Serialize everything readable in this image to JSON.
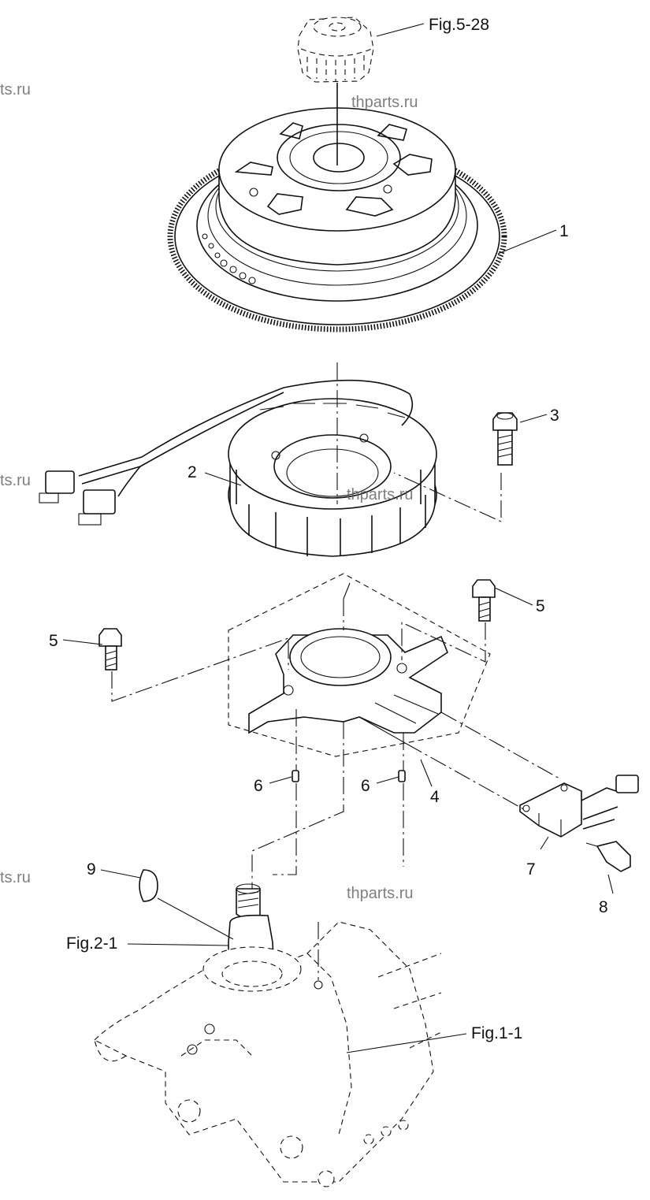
{
  "callouts": {
    "fig_5_28": "Fig.5-28",
    "part_1": "1",
    "part_2": "2",
    "part_3": "3",
    "part_4": "4",
    "part_5_left": "5",
    "part_5_right": "5",
    "part_6_left": "6",
    "part_6_right": "6",
    "part_7": "7",
    "part_8": "8",
    "part_9": "9",
    "fig_2_1": "Fig.2-1",
    "fig_1_1": "Fig.1-1"
  },
  "watermarks": {
    "w1": "ts.ru",
    "w2": "thparts.ru",
    "w3": "ts.ru",
    "w4": "thparts.ru",
    "w5": "ts.ru",
    "w6": "thparts.ru"
  }
}
